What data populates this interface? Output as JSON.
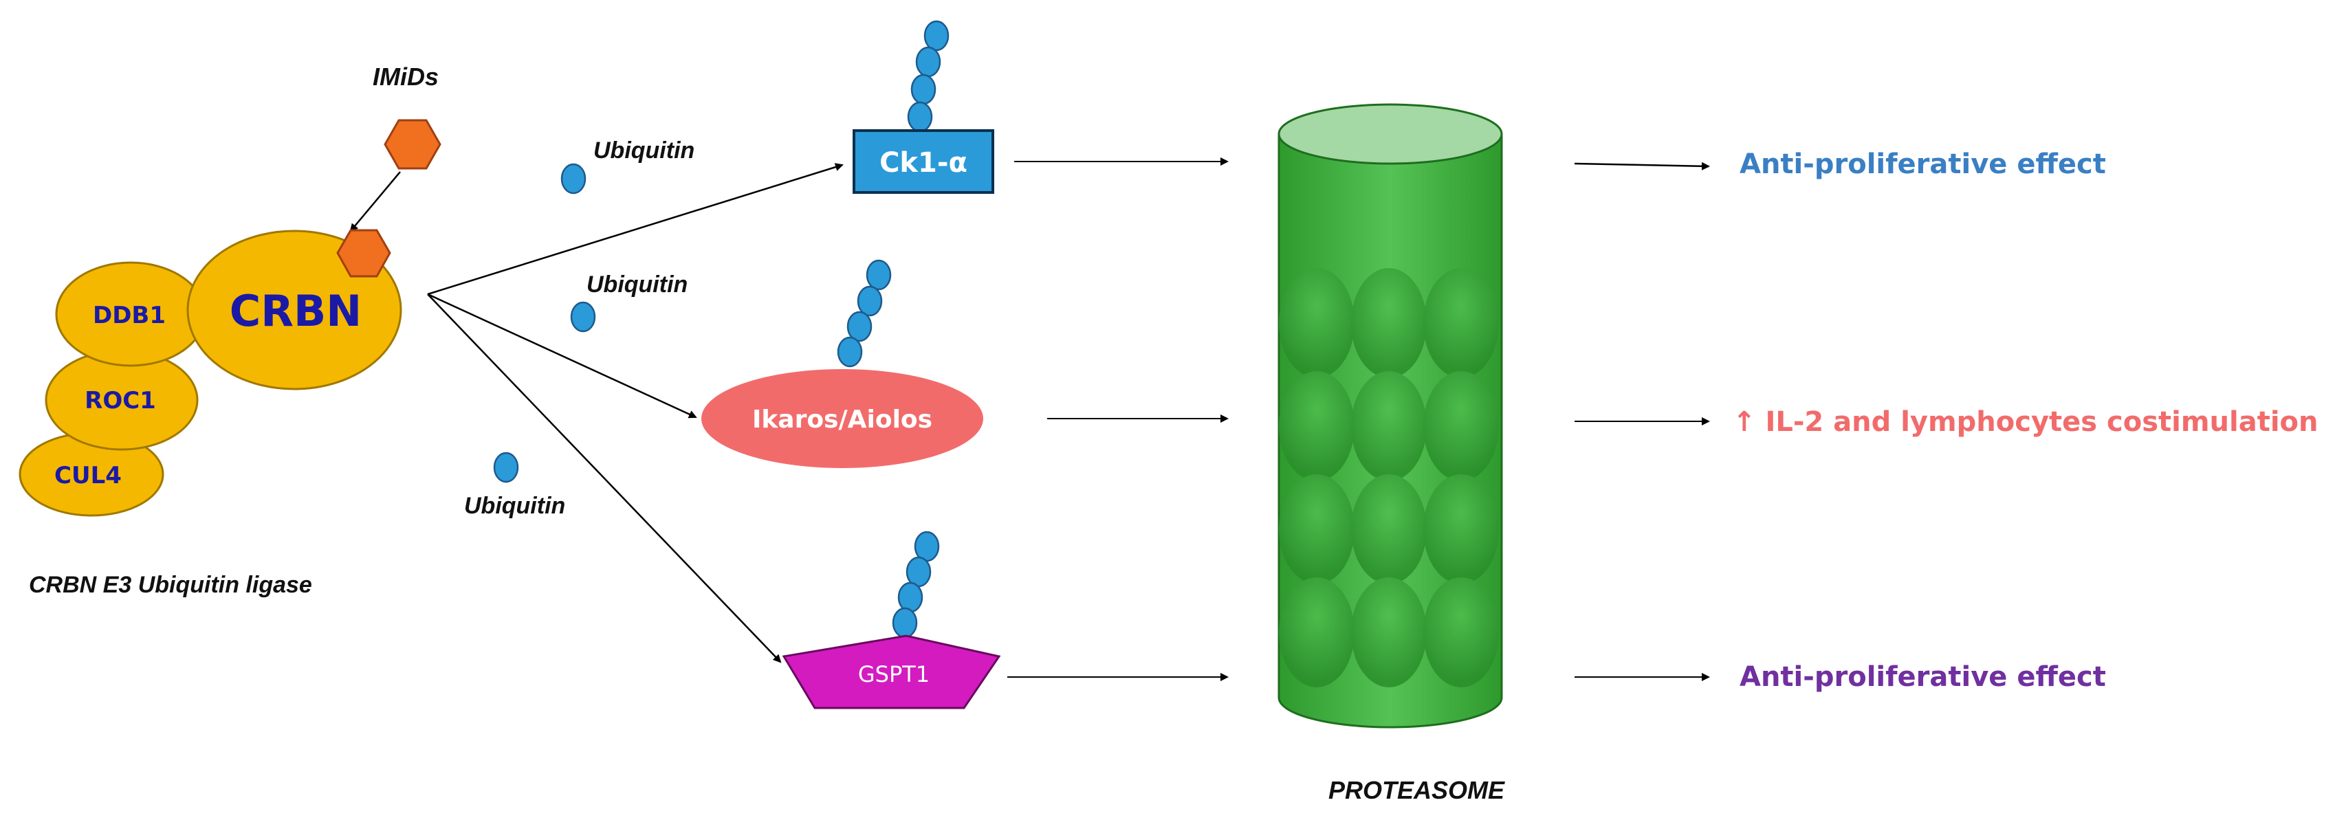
{
  "labels": {
    "imids": "IMiDs",
    "ligase_caption": "CRBN E3 Ubiquitin ligase",
    "proteasome": "PROTEASOME",
    "ubiquitin_1": "Ubiquitin",
    "ubiquitin_2": "Ubiquitin",
    "ubiquitin_3": "Ubiquitin"
  },
  "ligase_complex": {
    "crbn": "CRBN",
    "ddb1": "DDB1",
    "roc1": "ROC1",
    "cul4": "CUL4"
  },
  "substrates": {
    "ck1": "Ck1-α",
    "ikaros": "Ikaros/Aiolos",
    "gspt1": "GSPT1"
  },
  "outcomes": {
    "top": "Anti-proliferative effect",
    "middle": "↑ IL-2 and lymphocytes costimulation",
    "bottom": "Anti-proliferative effect"
  },
  "colors": {
    "complex_fill": "#f5b800",
    "complex_stroke": "#a07800",
    "imid_fill": "#f07020",
    "ubiquitin_fill": "#2b9ad8",
    "ck1_fill": "#2b9ad8",
    "ikaros_fill": "#f26b6b",
    "gspt1_fill": "#d41bc0",
    "proteasome_fill": "#3fae3f",
    "outcome_top": "#3a7fc4",
    "outcome_middle": "#f26b6b",
    "outcome_bottom": "#7030a0"
  }
}
